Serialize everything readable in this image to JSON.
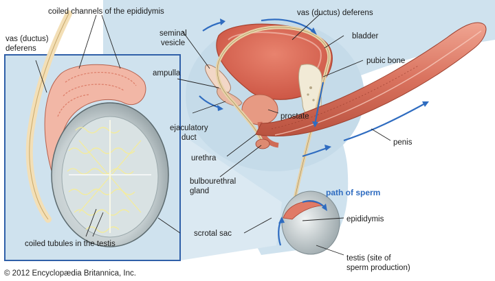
{
  "labels": {
    "coiled_channels": "coiled channels of the epididymis",
    "vas_left_1": "vas (ductus)",
    "vas_left_2": "deferens",
    "vas_top": "vas (ductus) deferens",
    "seminal_1": "seminal",
    "seminal_2": "vesicle",
    "bladder": "bladder",
    "pubic_bone": "pubic bone",
    "ampulla": "ampulla",
    "prostate": "prostate",
    "ejac_1": "ejaculatory",
    "ejac_2": "duct",
    "urethra": "urethra",
    "penis": "penis",
    "bulbo_1": "bulbourethral",
    "bulbo_2": "gland",
    "path_of_sperm": "path of sperm",
    "epididymis": "epididymis",
    "scrotal_sac": "scrotal sac",
    "coiled_tubules": "coiled tubules in the testis",
    "testis_1": "testis (site of",
    "testis_2": "sperm production)"
  },
  "copyright": "© 2012 Encyclopædia Britannica, Inc.",
  "colors": {
    "background_blue": "#cfe2ee",
    "inset_border": "#2f5fa8",
    "sperm_path": "#2f6cc0",
    "tissue": "#e07a66",
    "tissue_light": "#f2b7a6",
    "testis_gray": "#b8c2c4",
    "tubules": "#f4ec9c",
    "duct_cream": "#f3dfb6"
  }
}
